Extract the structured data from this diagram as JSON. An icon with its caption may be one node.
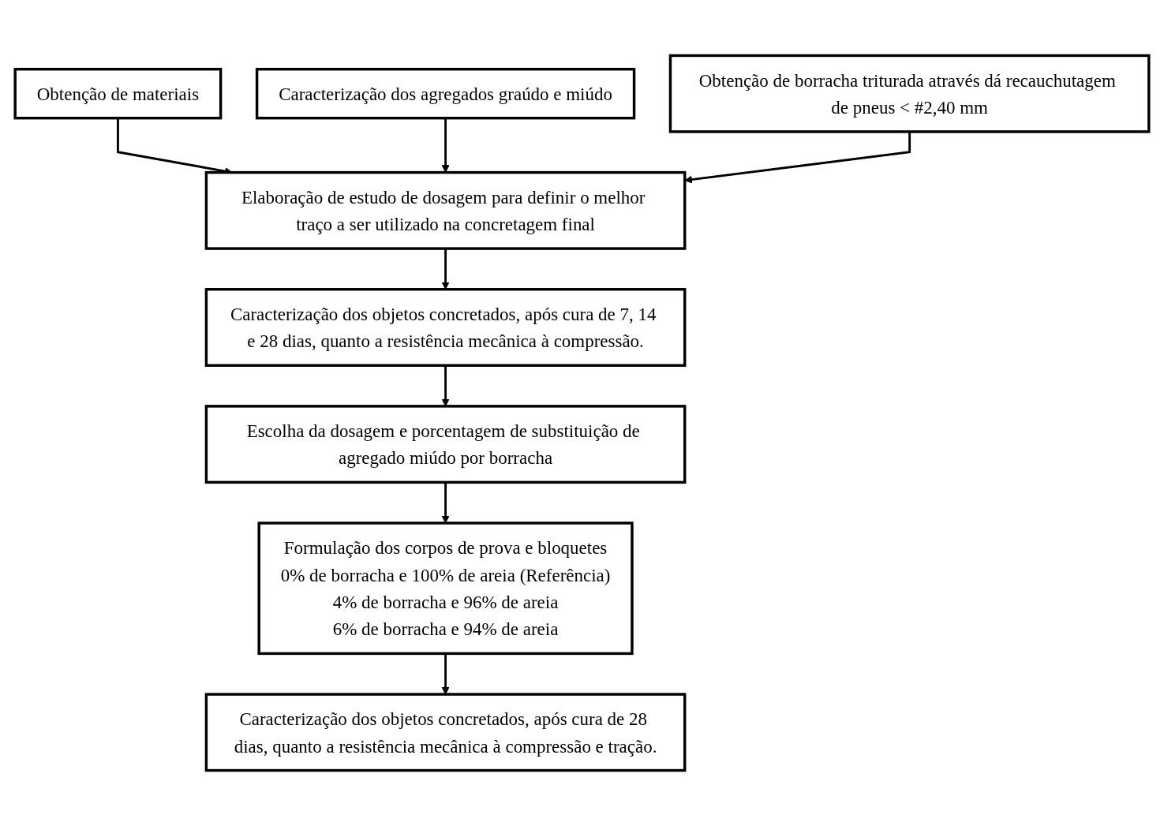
{
  "diagram": {
    "nodes": [
      {
        "text": [
          "Obtenção de materiais"
        ]
      },
      {
        "text": [
          "Caracterização dos agregados graúdo e miúdo"
        ]
      },
      {
        "text": [
          "Obtenção de borracha triturada através dá recauchutagem de pneus < #2,40 mm"
        ]
      },
      {
        "text": [
          "Elaboração de estudo de dosagem para definir o melhor traço a ser utilizado na concretagem final"
        ]
      },
      {
        "text": [
          "Caracterização dos objetos concretados, após cura de 7, 14 e 28 dias, quanto a resistência mecânica à compressão."
        ]
      },
      {
        "text": [
          "Escolha da dosagem e porcentagem de substituição de agregado miúdo por borracha"
        ]
      },
      {
        "text": [
          "Formulação dos corpos de prova e bloquetes",
          "0% de borracha e 100% de areia (Referência)",
          "4% de borracha e 96% de areia",
          "6% de borracha e 94% de areia"
        ]
      },
      {
        "text": [
          "Caracterização dos objetos concretados, após cura de 28 dias, quanto a resistência mecânica à compressão e tração."
        ]
      }
    ],
    "edges": [
      {
        "from": 0,
        "to": 3,
        "arrow": "to"
      },
      {
        "from": 1,
        "to": 3,
        "arrow": "to"
      },
      {
        "from": 2,
        "to": 3,
        "arrow": "to"
      },
      {
        "from": 3,
        "to": 4,
        "arrow": "to"
      },
      {
        "from": 4,
        "to": 5,
        "arrow": "to"
      },
      {
        "from": 5,
        "to": 6,
        "arrow": "to"
      },
      {
        "from": 6,
        "to": 7,
        "arrow": "to"
      }
    ]
  }
}
